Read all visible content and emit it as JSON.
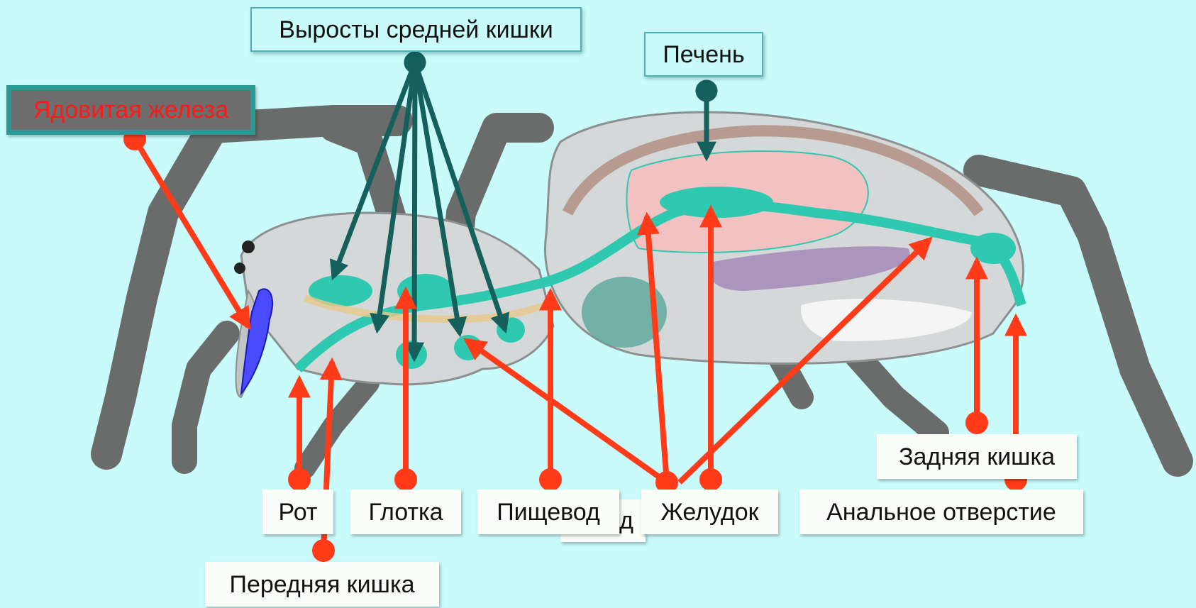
{
  "labels": {
    "midgut_outgrowths": "Выросты средней кишки",
    "liver": "Печень",
    "venom_gland": "Ядовитая железа",
    "mouth": "Рот",
    "pharynx": "Глотка",
    "esophagus": "Пищевод",
    "stomach": "Желудок",
    "hidden_fragment": "ед",
    "hindgut": "Задняя кишка",
    "anus": "Анальное отверстие",
    "foregut": "Передняя кишка"
  },
  "colors": {
    "background": "#c9fbfb",
    "red_arrow": "#ff3b1a",
    "dark_teal_arrow": "#155f5c",
    "body_gray": "#d4d8d8",
    "legs_gray": "#6a6c6c",
    "gut_teal": "#2ec9b0",
    "liver_pink": "#f2c2c2",
    "venom_text": "#ff1818"
  }
}
